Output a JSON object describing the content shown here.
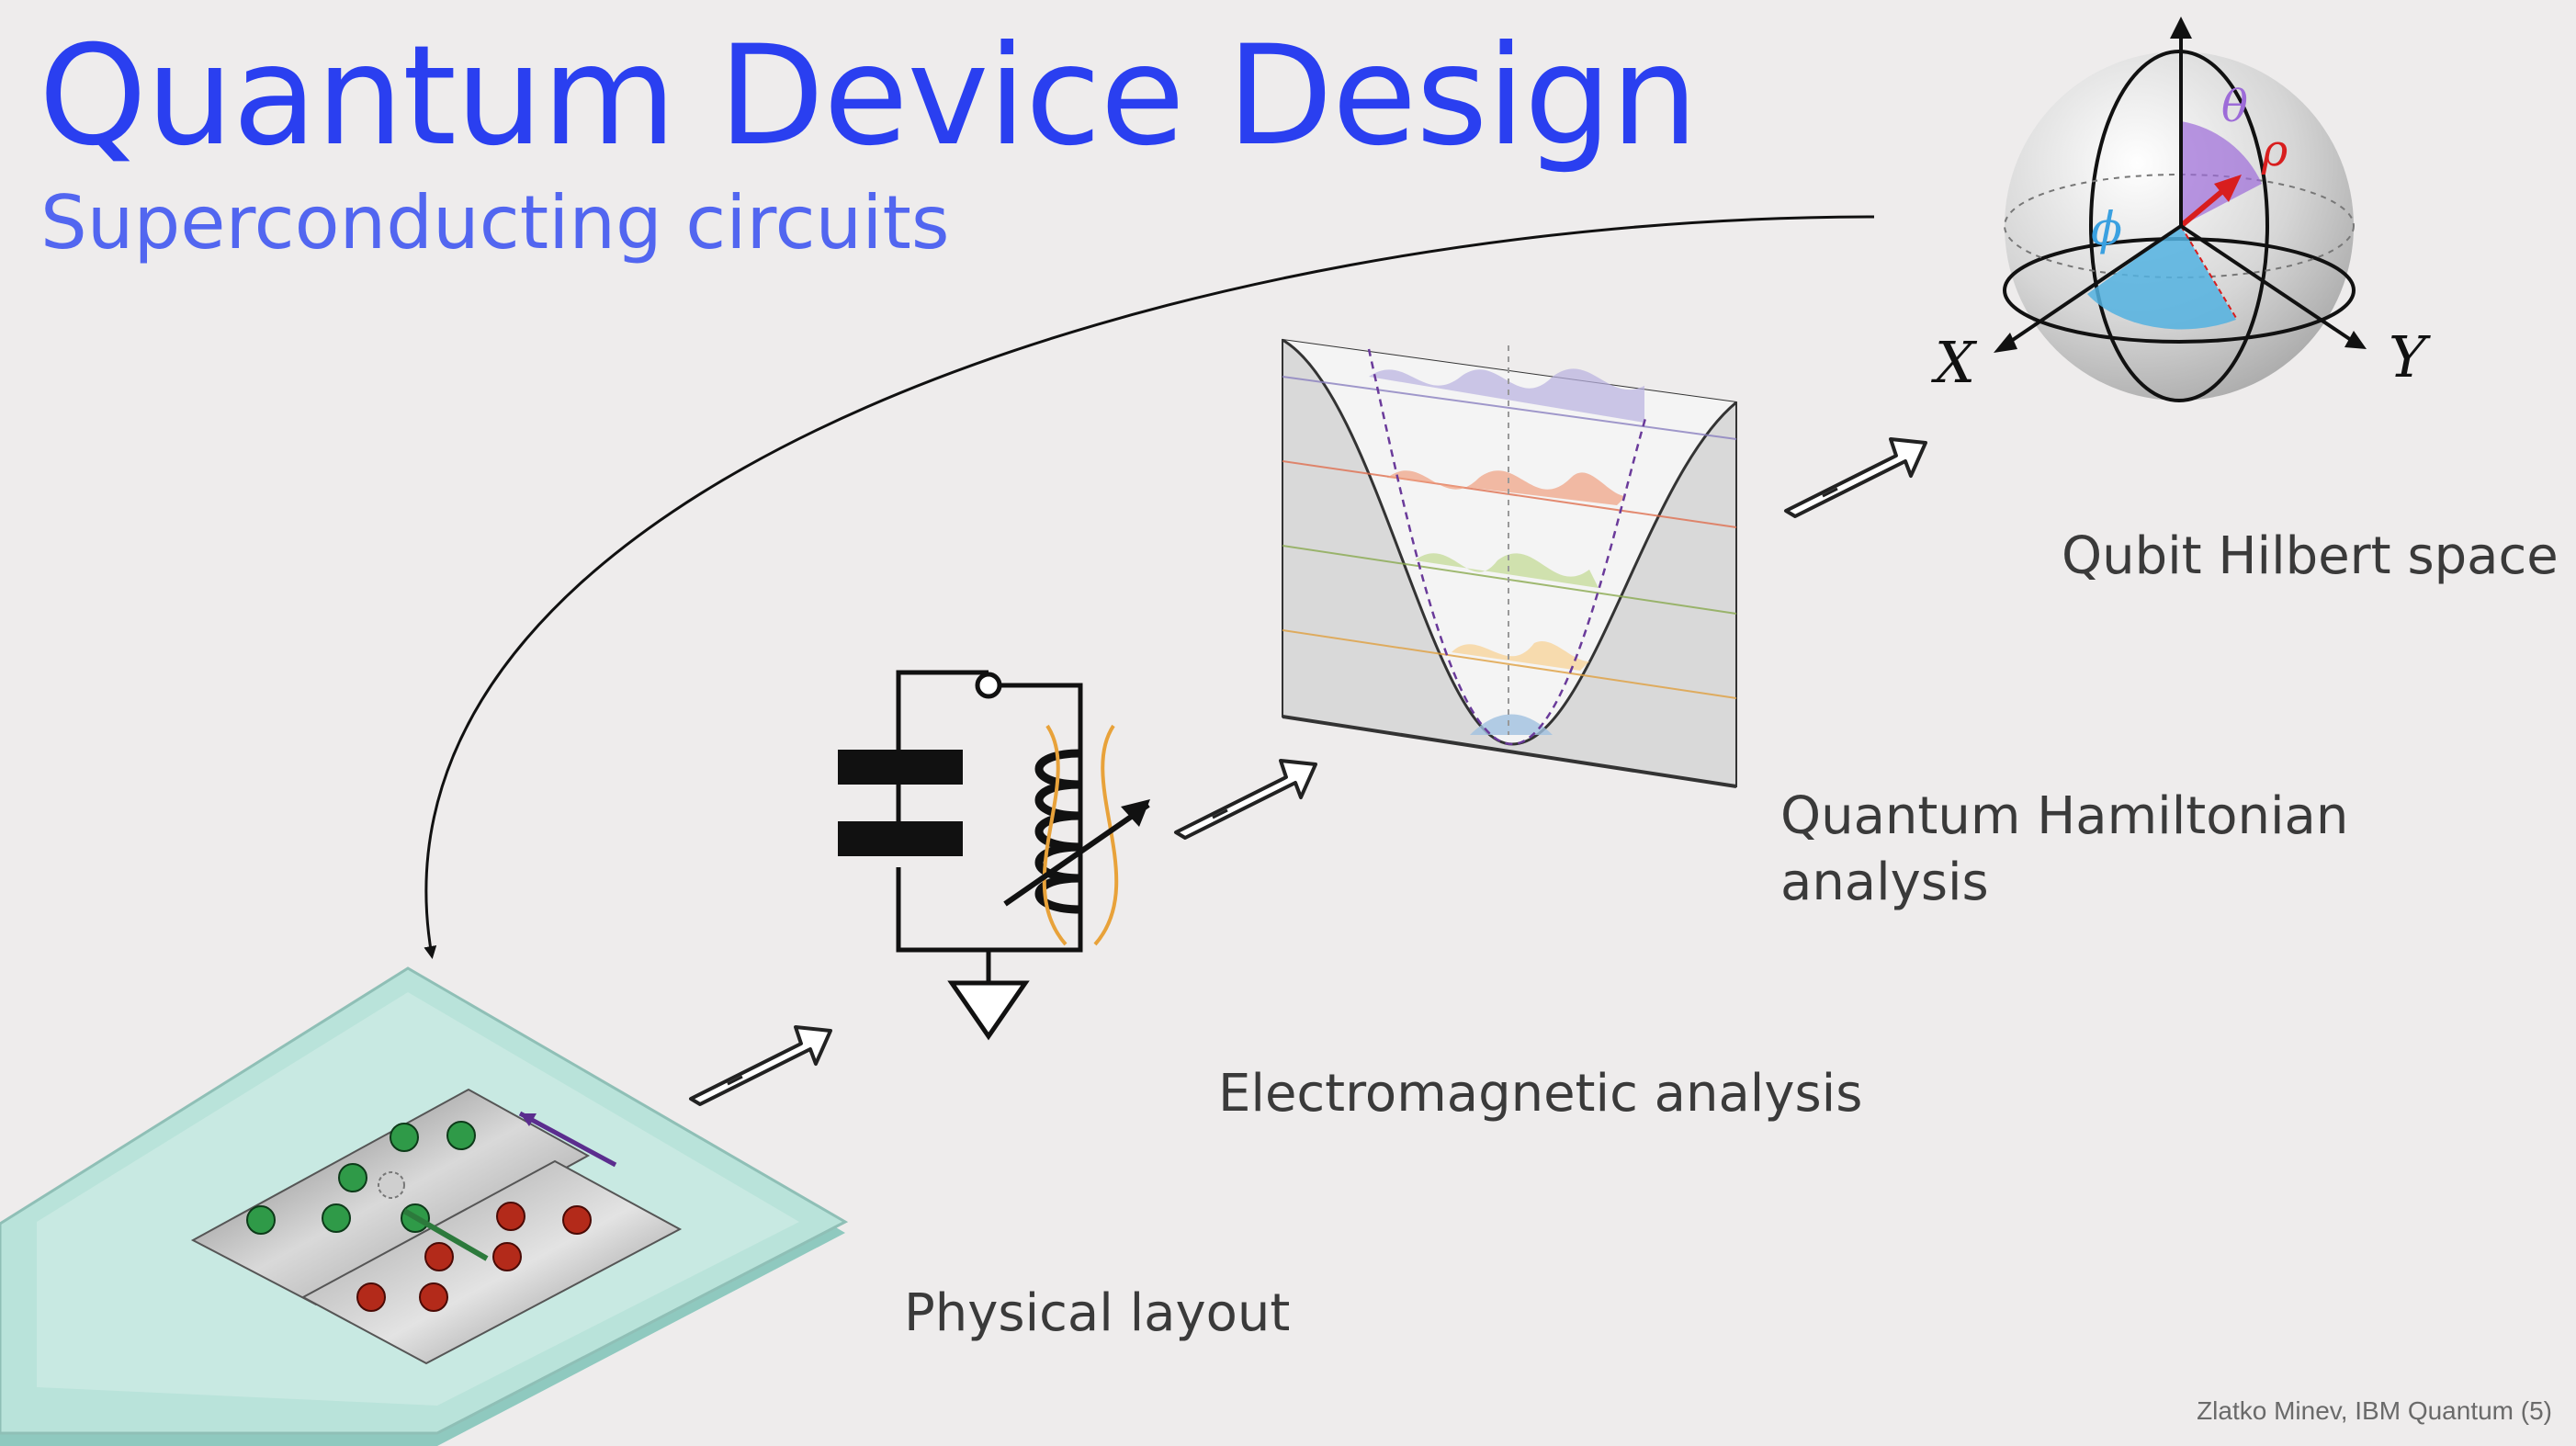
{
  "header": {
    "title": "Quantum Device Design",
    "subtitle": "Superconducting circuits"
  },
  "stages": {
    "qubit_label": "Qubit Hilbert space",
    "hamiltonian_label_line1": "Quantum Hamiltonian",
    "hamiltonian_label_line2": "analysis",
    "em_label": "Electromagnetic analysis",
    "physical_label": "Physical layout"
  },
  "bloch": {
    "axis_x": "X",
    "axis_y": "Y",
    "theta": "θ",
    "rho": "ρ",
    "phi": "ϕ"
  },
  "footer": {
    "credit": "Zlatko Minev, IBM Quantum (5)"
  },
  "colors": {
    "title": "#2a3ff0",
    "subtitle": "#5266f0",
    "theta_wedge": "#9d6bd8",
    "phi_wedge": "#52b2e0",
    "state_vector": "#d81e1e",
    "chip_substrate": "#a9ddd3",
    "flux_arrows": "#e8a23a"
  }
}
